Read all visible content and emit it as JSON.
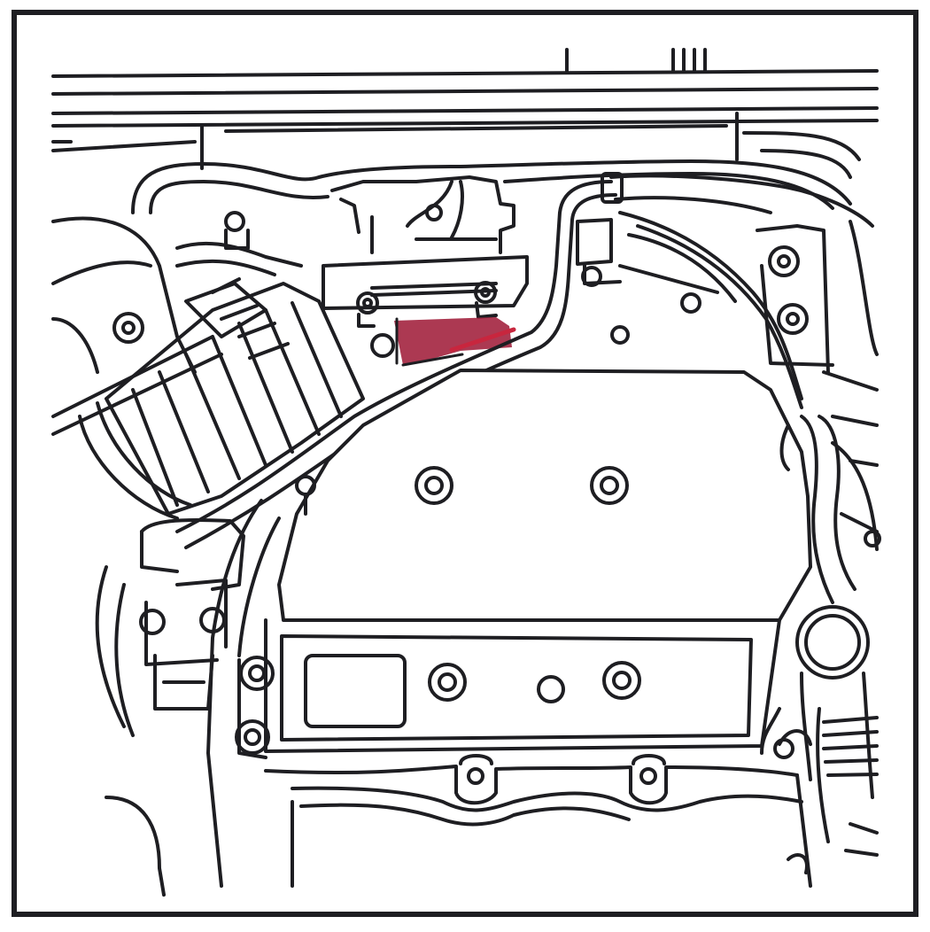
{
  "figure": {
    "frame_color": "#1e1e22",
    "background": "#ffffff",
    "highlight_color": "#a3243f",
    "components": [
      "top-pipes",
      "air-intake-duct",
      "intake-elbow-hose",
      "throttle-body",
      "highlighted-component",
      "fuel-rail-tube",
      "engine-cover",
      "lower-bracket",
      "right-side-hoses",
      "oil-filler-cap"
    ]
  }
}
